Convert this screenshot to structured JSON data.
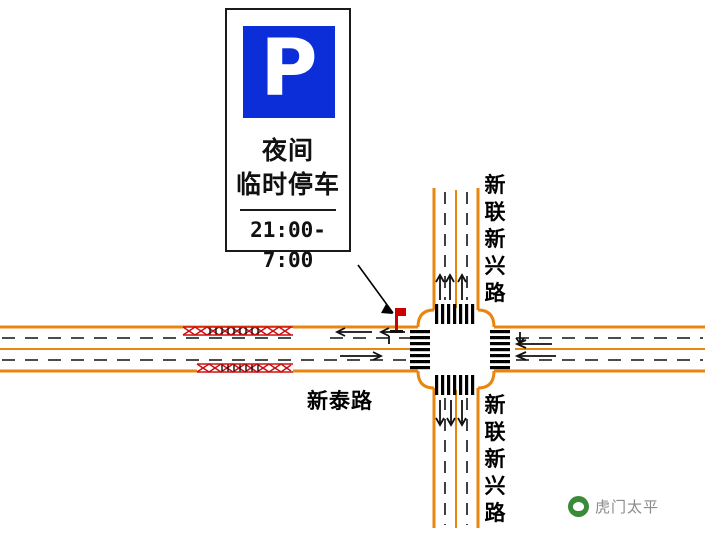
{
  "diagram": {
    "type": "traffic-intersection-schematic",
    "background_color": "#ffffff",
    "road_color": "#e8860d",
    "lane_marking_color": "#111111",
    "crosswalk_color": "#000000",
    "sign_pole_color": "#cc0000"
  },
  "sign": {
    "name": "night-temporary-parking-sign",
    "symbol": "P",
    "symbol_color": "#ffffff",
    "panel_color": "#0b2ed8",
    "border_color": "#1a1a1a",
    "line1": "夜间",
    "line2": "临时停车",
    "time_range": "21:00-7:00"
  },
  "labels": {
    "road_north_east": [
      "新",
      "联",
      "新",
      "兴",
      "路"
    ],
    "road_south_east": [
      "新",
      "联",
      "新",
      "兴",
      "路"
    ],
    "road_horizontal": "新泰路"
  },
  "watermark": {
    "text": "虎门太平",
    "icon": "wechat-circle-icon"
  }
}
